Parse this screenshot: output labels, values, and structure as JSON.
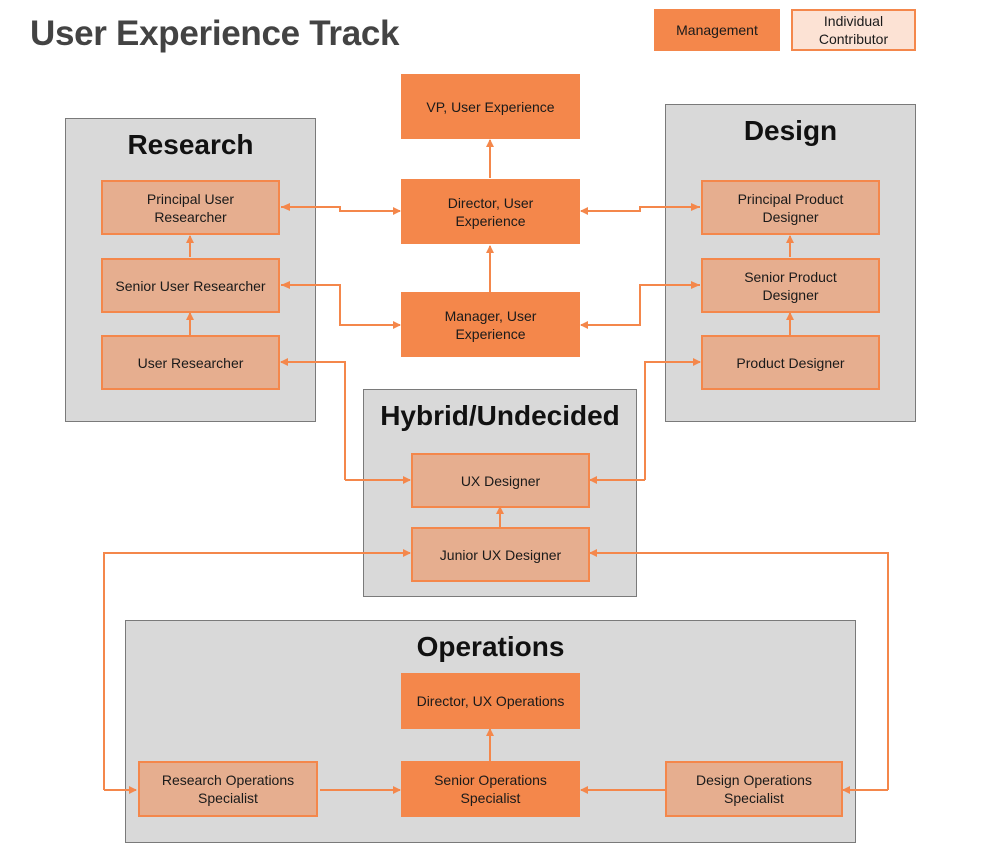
{
  "title": "User Experience Track",
  "legend": {
    "management": "Management",
    "individual_contributor": "Individual Contributor"
  },
  "colors": {
    "management": "#f4874b",
    "individual_contributor": "#e6ae8f",
    "legend_ic_fill": "#fce2d4",
    "connector": "#f4874b",
    "group_fill": "#d9d9d9",
    "title_text": "#434343"
  },
  "groups": {
    "research": "Research",
    "design": "Design",
    "hybrid": "Hybrid/Undecided",
    "operations": "Operations"
  },
  "nodes": {
    "vp": "VP, User Experience",
    "director": "Director, User Experience",
    "manager": "Manager, User Experience",
    "principal_researcher": "Principal User Researcher",
    "senior_researcher": "Senior User Researcher",
    "user_researcher": "User Researcher",
    "principal_designer": "Principal Product Designer",
    "senior_designer": "Senior Product Designer",
    "product_designer": "Product Designer",
    "ux_designer": "UX Designer",
    "junior_ux_designer": "Junior UX Designer",
    "director_ops": "Director, UX Operations",
    "senior_ops": "Senior Operations Specialist",
    "research_ops": "Research Operations Specialist",
    "design_ops": "Design Operations Specialist"
  }
}
